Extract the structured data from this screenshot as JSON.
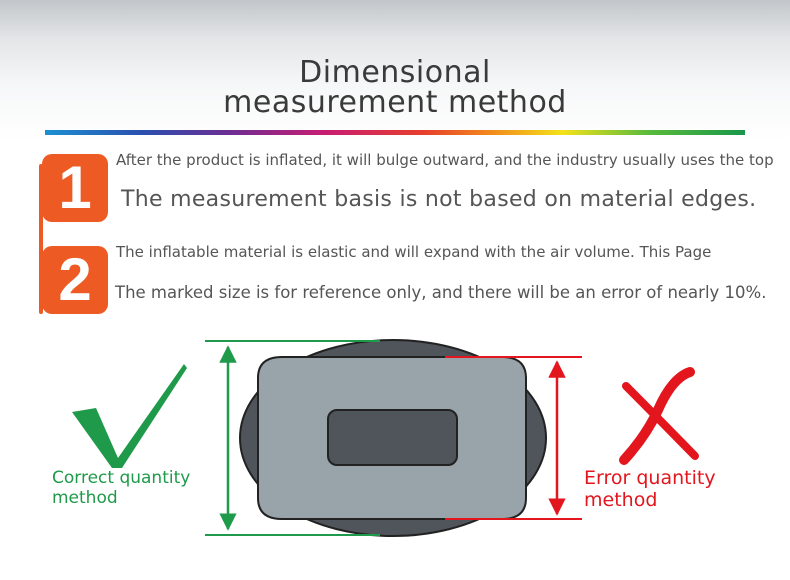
{
  "title": {
    "line1": "Dimensional",
    "line2": "measurement method"
  },
  "points": [
    {
      "number": "1",
      "line_a": "After the product is inflated, it will bulge outward, and the industry usually uses the top",
      "line_b": "The measurement basis is not based on material edges."
    },
    {
      "number": "2",
      "line_a": "The inflatable material is elastic and will expand with the air volume. This Page",
      "line_b": "The marked size is for reference only, and there will be an error of nearly 10%."
    }
  ],
  "diagram": {
    "correct_label_1": "Correct quantity",
    "correct_label_2": "method",
    "error_label_1": "Error quantity",
    "error_label_2": "method",
    "correct_color": "#1f9a4a",
    "error_color": "#e3151d",
    "check_icon": "check-mark-icon",
    "cross_icon": "cross-mark-icon"
  }
}
